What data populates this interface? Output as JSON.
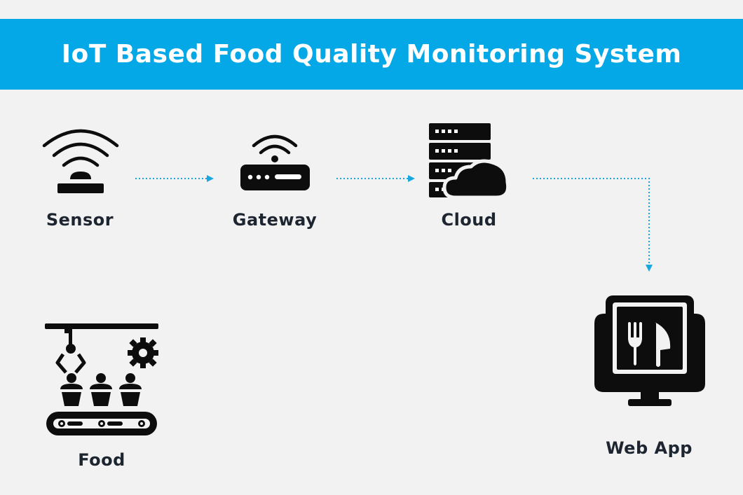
{
  "title": "IoT Based Food Quality Monitoring System",
  "colors": {
    "banner": "#05a8e6",
    "title_text": "#ffffff",
    "background": "#f2f2f2",
    "label_text": "#1d2530",
    "icon": "#0d0d0d",
    "connector": "#1aa7e0"
  },
  "nodes": {
    "sensor": {
      "label": "Sensor",
      "icon": "wireless-sensor-icon"
    },
    "gateway": {
      "label": "Gateway",
      "icon": "router-icon"
    },
    "cloud": {
      "label": "Cloud",
      "icon": "cloud-server-icon"
    },
    "web_app": {
      "label": "Web App",
      "icon": "monitor-restaurant-icon"
    },
    "food": {
      "label": "Food",
      "icon": "food-production-line-icon"
    }
  },
  "connections": [
    {
      "from": "sensor",
      "to": "gateway"
    },
    {
      "from": "gateway",
      "to": "cloud"
    },
    {
      "from": "cloud",
      "to": "web_app"
    }
  ]
}
